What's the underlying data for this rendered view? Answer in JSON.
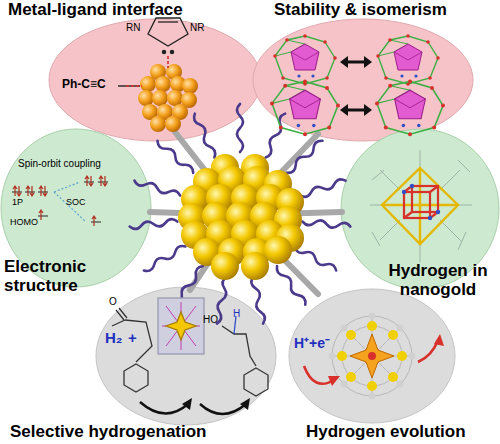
{
  "diagram": {
    "nodes": [
      {
        "text": [
          "Metal-ligand interface",
          "RN",
          "NR",
          "Ph-C≡C"
        ]
      },
      {
        "text": [
          "Stability & isomerism"
        ]
      },
      {
        "text": [
          "Electronic structure",
          "Spin-orbit coupling",
          "1P",
          "HOMO",
          "SOC"
        ]
      },
      {
        "text": [
          "Hydrogen in nanogold"
        ]
      },
      {
        "text": [
          "Selective hydrogenation",
          "H₂",
          "+",
          "O",
          "HO",
          "H"
        ]
      },
      {
        "text": [
          "Hydrogen evolution",
          "H⁺+e⁻"
        ]
      }
    ]
  }
}
